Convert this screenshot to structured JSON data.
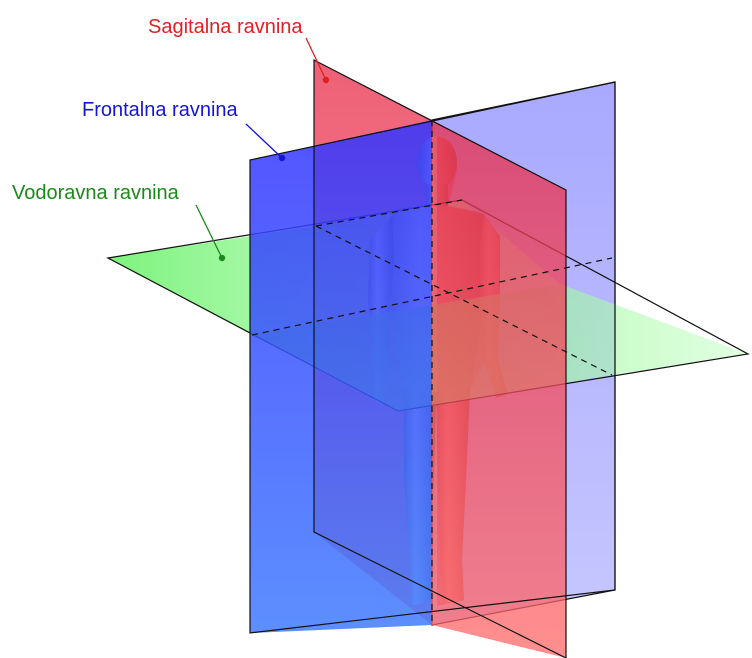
{
  "labels": {
    "sagittal": "Sagitalna ravnina",
    "frontal": "Frontalna ravnina",
    "horizontal": "Vodoravna ravnina"
  },
  "colors": {
    "sagittal_fill": "#ff4f4f",
    "sagittal_text": "#e02020",
    "frontal_fill": "#3b3bff",
    "frontal_text": "#1515d6",
    "horizontal_fill": "#5df05d",
    "horizontal_text": "#1a8a1a",
    "body_light": "#d9d9d9",
    "body_dark": "#8a8a8a"
  },
  "icons": {
    "figure": "human-body-figure"
  }
}
